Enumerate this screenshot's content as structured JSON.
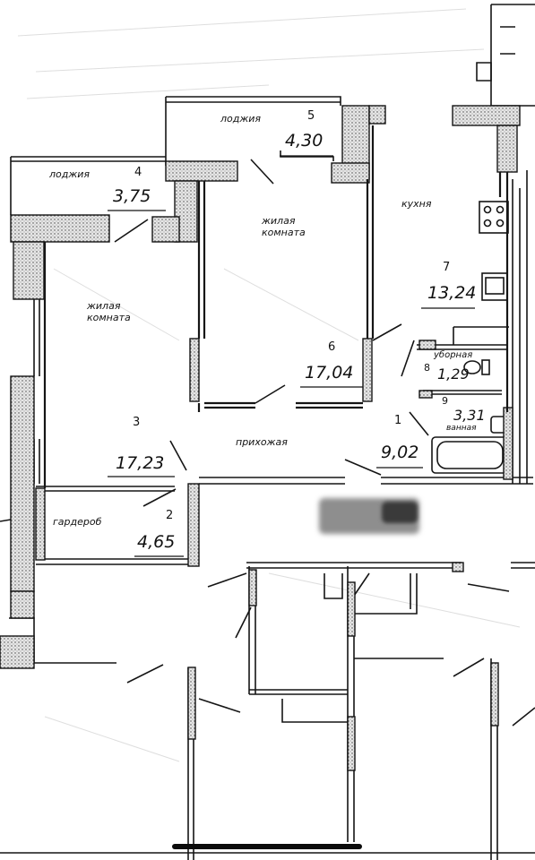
{
  "rooms": [
    {
      "id": "loggia4",
      "number": "4",
      "name": "лоджия",
      "area": "3,75"
    },
    {
      "id": "loggia5",
      "number": "5",
      "name": "лоджия",
      "area": "4,30"
    },
    {
      "id": "living3",
      "number": "3",
      "name": "жилая комната",
      "area": "17,23"
    },
    {
      "id": "living6",
      "number": "6",
      "name": "жилая комната",
      "area": "17,04"
    },
    {
      "id": "kitchen7",
      "number": "7",
      "name": "кухня",
      "area": "13,24"
    },
    {
      "id": "wc8",
      "number": "8",
      "name": "уборная",
      "area": "1,29"
    },
    {
      "id": "bath9",
      "number": "9",
      "name": "ванная",
      "area": "3,31"
    },
    {
      "id": "hall1",
      "number": "1",
      "name": "прихожая",
      "area": "9,02"
    },
    {
      "id": "wardrobe2",
      "number": "2",
      "name": "гардероб",
      "area": "4,65"
    }
  ],
  "colors": {
    "wall_fill": "#d9d9d9",
    "line": "#151515",
    "background": "#ffffff"
  }
}
